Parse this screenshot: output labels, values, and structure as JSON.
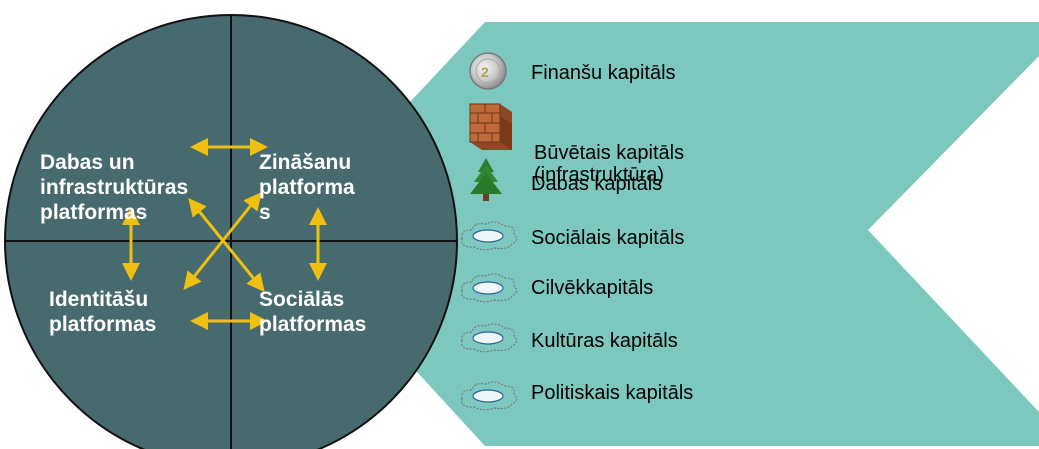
{
  "colors": {
    "circle_fill": "#466a6e",
    "circle_stroke": "#111111",
    "chevron_fill": "#7dc8be",
    "arrow": "#f0c010",
    "quadrant_text": "#ffffff"
  },
  "platforms": {
    "top_left": "Dabas un\ninfrastruktūras\nplatformas",
    "top_right": "Zināšanu\nplatforma\ns",
    "bottom_left": "Identitāšu\nplatformas",
    "bottom_right": "Sociālās\nplatformas"
  },
  "capitals": [
    {
      "label": "Finanšu kapitāls",
      "icon": "coin-icon"
    },
    {
      "label": "Būvētais kapitāls\n(infrastruktūra)",
      "icon": "brick-wall-icon"
    },
    {
      "label": "Dabas kapitāls",
      "icon": "tree-icon"
    },
    {
      "label": "Sociālais kapitāls",
      "icon": "cloud-icon"
    },
    {
      "label": "Cilvēkkapitāls",
      "icon": "cloud-icon"
    },
    {
      "label": "Kultūras kapitāls",
      "icon": "cloud-icon"
    },
    {
      "label": "Politiskais kapitāls",
      "icon": "cloud-icon"
    }
  ]
}
